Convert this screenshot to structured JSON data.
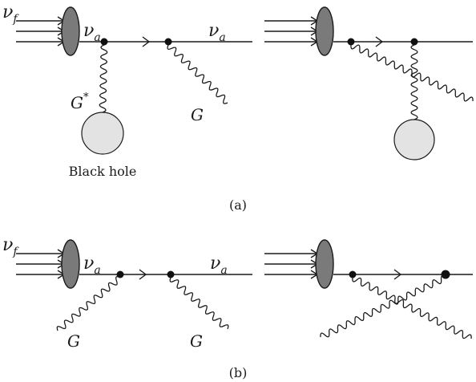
{
  "panel_a": {
    "flavor_label": "ν",
    "flavor_sub": "f",
    "active_label": "ν",
    "active_sub": "a",
    "out_label": "ν",
    "out_sub": "a",
    "virtual_graviton": "G",
    "virtual_graviton_sup": "*",
    "real_graviton": "G",
    "black_hole_label": "Black hole",
    "caption": "(a)"
  },
  "panel_b": {
    "flavor_label": "ν",
    "flavor_sub": "f",
    "active_label": "ν",
    "active_sub": "a",
    "out_label": "ν",
    "out_sub": "a",
    "graviton_1": "G",
    "graviton_2": "G",
    "caption": "(b)"
  },
  "colors": {
    "line": "#1a1a1a",
    "wave_packet": "#7a7a7a",
    "black_hole": "#e3e3e3"
  }
}
